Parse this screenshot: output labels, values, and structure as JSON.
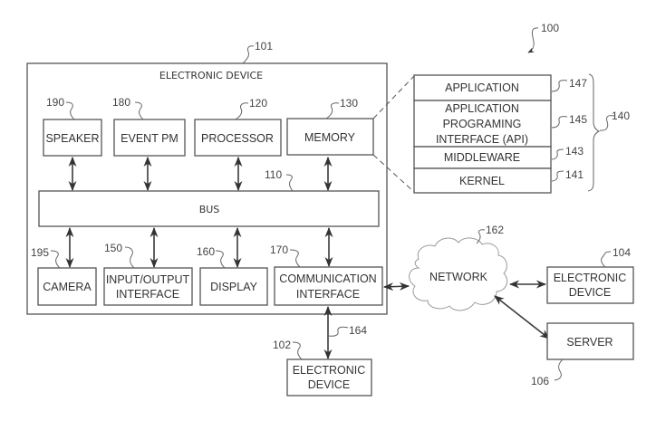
{
  "figure": {
    "ref": "100",
    "electronic_device": {
      "ref": "101",
      "title": "ELECTRONIC DEVICE",
      "components": {
        "speaker": {
          "label": "SPEAKER",
          "ref": "190"
        },
        "event_pm": {
          "label": "EVENT PM",
          "ref": "180"
        },
        "processor": {
          "label": "PROCESSOR",
          "ref": "120"
        },
        "memory": {
          "label": "MEMORY",
          "ref": "130"
        },
        "bus": {
          "label": "BUS",
          "ref": "110"
        },
        "camera": {
          "label": "CAMERA",
          "ref": "195"
        },
        "io_interface": {
          "line1": "INPUT/OUTPUT",
          "line2": "INTERFACE",
          "ref": "150"
        },
        "display": {
          "label": "DISPLAY",
          "ref": "160"
        },
        "comm_interface": {
          "line1": "COMMUNICATION",
          "line2": "INTERFACE",
          "ref": "170"
        }
      }
    },
    "program_stack": {
      "ref": "140",
      "layers": [
        {
          "lines": [
            "APPLICATION"
          ],
          "ref": "147"
        },
        {
          "lines": [
            "APPLICATION",
            "PROGRAMING",
            "INTERFACE (API)"
          ],
          "ref": "145"
        },
        {
          "lines": [
            "MIDDLEWARE"
          ],
          "ref": "143"
        },
        {
          "lines": [
            "KERNEL"
          ],
          "ref": "141"
        }
      ]
    },
    "network": {
      "label": "NETWORK",
      "ref": "162"
    },
    "connection_164": {
      "ref": "164"
    },
    "device_102": {
      "line1": "ELECTRONIC",
      "line2": "DEVICE",
      "ref": "102"
    },
    "device_104": {
      "line1": "ELECTRONIC",
      "line2": "DEVICE",
      "ref": "104"
    },
    "server": {
      "label": "SERVER",
      "ref": "106"
    }
  }
}
